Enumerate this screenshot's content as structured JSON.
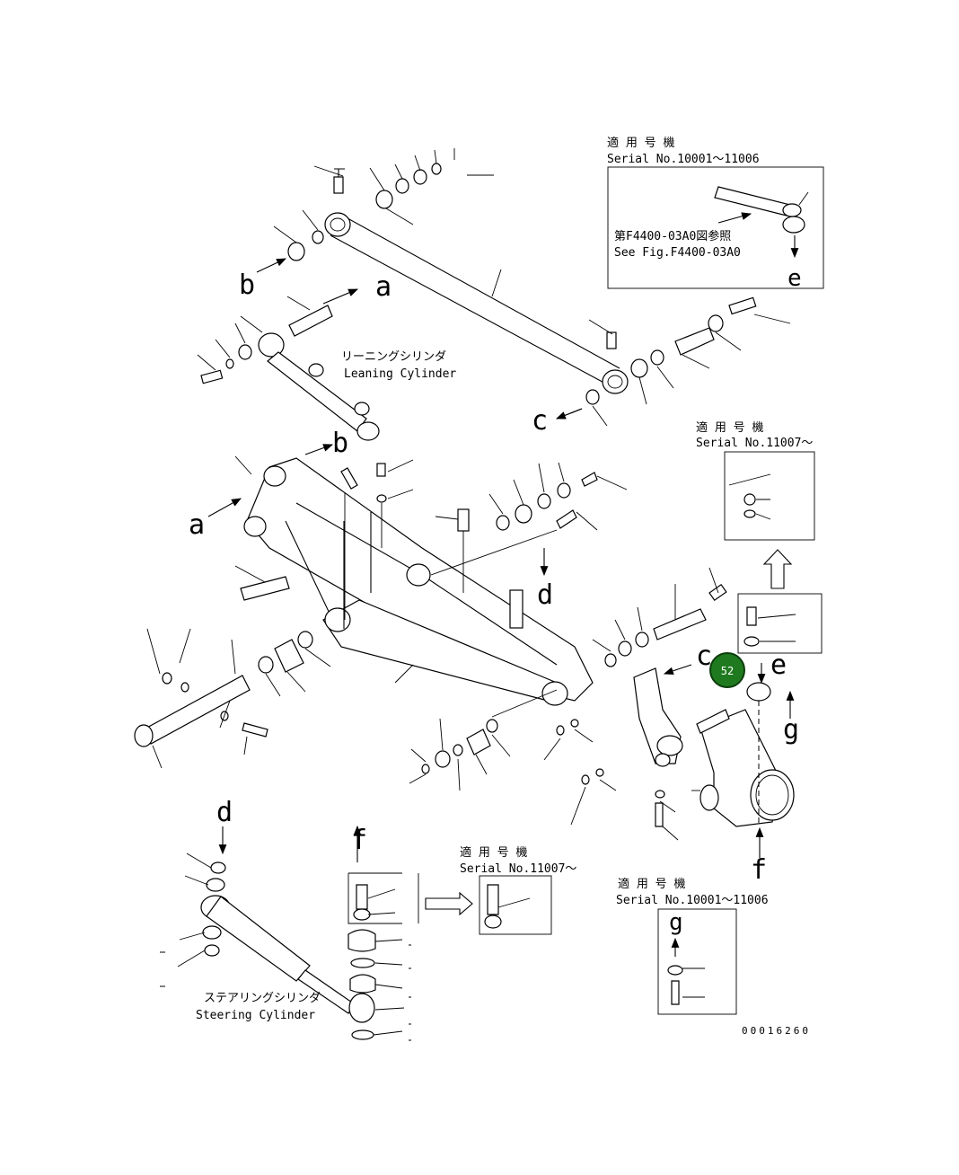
{
  "letters": {
    "a": "a",
    "b": "b",
    "c": "c",
    "d": "d",
    "e": "e",
    "f": "f",
    "g": "g"
  },
  "leaning_cylinder": {
    "jp": "リーニングシリンダ",
    "en": "Leaning Cylinder"
  },
  "steering_cylinder": {
    "jp": "ステアリングシリンダ",
    "en": "Steering Cylinder"
  },
  "box_top": {
    "header_jp": "適 用 号 機",
    "serial": "Serial No.10001～11006",
    "ref_jp": "第F4400-03A0図参照",
    "ref_en": "See Fig.F4400-03A0"
  },
  "box_mid_right": {
    "header_jp": "適 用 号 機",
    "serial": "Serial No.11007～"
  },
  "box_bottom_center": {
    "header_jp": "適 用 号 機",
    "serial": "Serial No.11007～"
  },
  "box_bottom_right": {
    "header_jp": "適 用 号 機",
    "serial": "Serial No.10001～11006"
  },
  "callout": {
    "number": "52",
    "color": "#1f7a1f"
  },
  "figure_number": "00016260"
}
